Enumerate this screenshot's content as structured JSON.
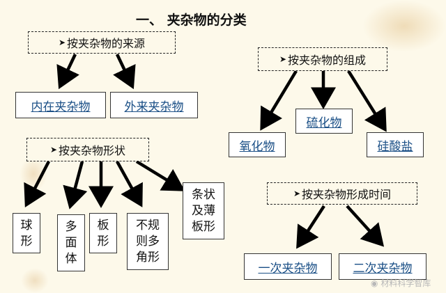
{
  "title": "一、 夹杂物的分类",
  "source_section": {
    "heading": "按夹杂物的来源",
    "items": [
      "内在夹杂物",
      "外来夹杂物"
    ]
  },
  "composition_section": {
    "heading": "按夹杂物的组成",
    "items": [
      "氧化物",
      "硫化物",
      "硅酸盐"
    ]
  },
  "shape_section": {
    "heading": "按夹杂物形状",
    "items": [
      "球形",
      "多面体",
      "板形",
      "不规则多角形",
      "条状及薄板形"
    ]
  },
  "time_section": {
    "heading": "按夹杂物形成时间",
    "items": [
      "一次夹杂物",
      "二次夹杂物"
    ]
  },
  "bullet_icon": "triangle-bullet",
  "colors": {
    "background": "#fdf9ea",
    "link_text": "#1a4f86",
    "arrow": "#000000"
  },
  "watermark": "材料科学智库"
}
